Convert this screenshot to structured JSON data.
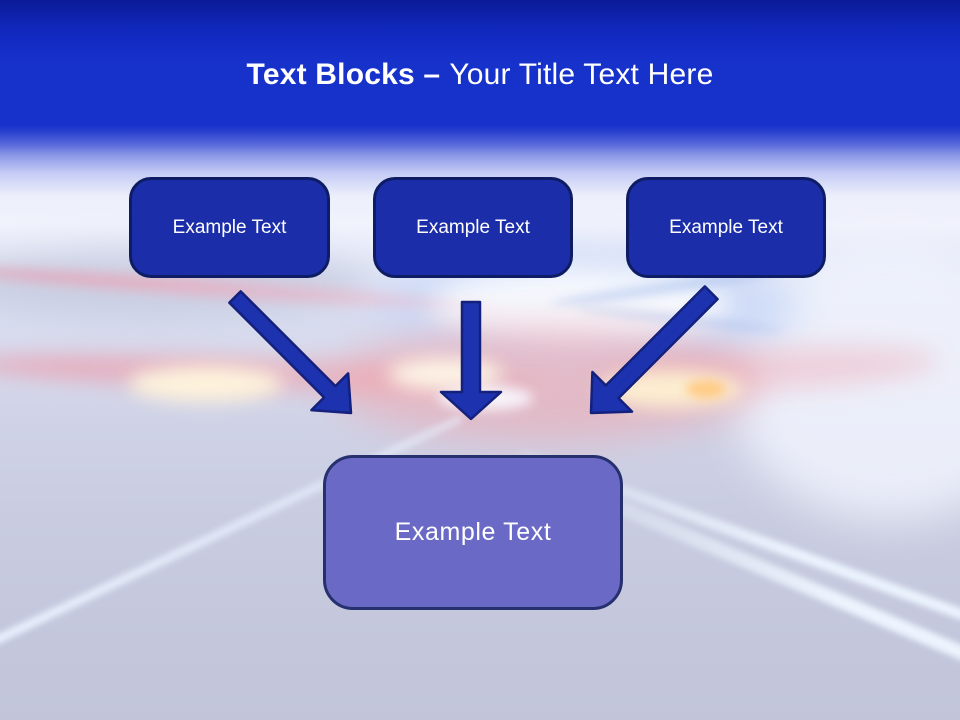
{
  "slide": {
    "title": {
      "bold_part": "Text Blocks –",
      "regular_part": "Your Title Text Here"
    },
    "blocks": {
      "top": [
        {
          "label": "Example Text"
        },
        {
          "label": "Example Text"
        },
        {
          "label": "Example Text"
        }
      ],
      "bottom": {
        "label": "Example Text"
      }
    },
    "arrows": [
      {
        "name": "down-right-arrow"
      },
      {
        "name": "down-arrow"
      },
      {
        "name": "down-left-arrow"
      }
    ],
    "colors": {
      "header_blue": "#1731cb",
      "header_blue_dark": "#0b1a97",
      "block_fill": "#1b2da8",
      "block_border": "#0e1d63",
      "bottom_block_fill": "#6a6ac6",
      "bottom_block_border": "#27306f",
      "arrow_fill": "#1d32ae",
      "text": "#ffffff",
      "background_lavender": "#c9cce0"
    }
  }
}
